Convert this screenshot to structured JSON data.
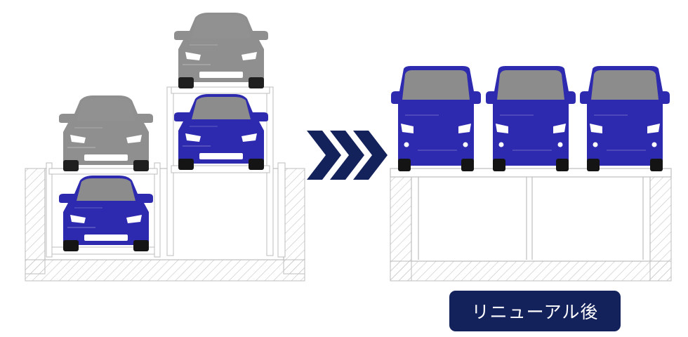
{
  "caption": {
    "label": "リニューアル後"
  },
  "colors": {
    "car_blue": "#2e2ab0",
    "car_blue_dark": "#1c1a80",
    "car_gray": "#8a8a8a",
    "car_gray_dark": "#707070",
    "glass": "#8c8c8c",
    "arrow_navy": "#14225c",
    "caption_bg": "#14225c",
    "line": "#bdbdbd"
  },
  "before": {
    "description_icon": "two-level-pit-parking-icon",
    "cars": [
      {
        "position": "lower-pit-left",
        "color": "blue"
      },
      {
        "position": "upper-left",
        "color": "gray"
      },
      {
        "position": "upper-right-top",
        "color": "gray"
      },
      {
        "position": "upper-right-middle",
        "color": "blue"
      }
    ]
  },
  "after": {
    "cars": [
      {
        "position": "left",
        "color": "blue"
      },
      {
        "position": "center",
        "color": "blue"
      },
      {
        "position": "right",
        "color": "blue"
      }
    ]
  },
  "transition_icon": "triple-chevron-right-icon"
}
